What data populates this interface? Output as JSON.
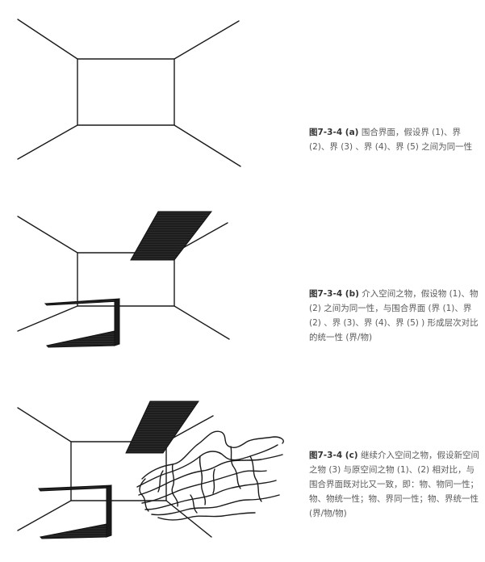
{
  "figures": [
    {
      "id": "图7-3-4 (a)",
      "text": " 围合界面，假设界 (1)、界 (2)、界 (3) 、界 (4)、界 (5) 之间为同一性"
    },
    {
      "id": "图7-3-4 (b)",
      "text": " 介入空间之物，假设物 (1)、物 (2) 之间为同一性，与围合界面 (界 (1)、界 (2) 、界 (3)、界 (4)、界 (5) ) 形成层次对比的统一性 (界/物)"
    },
    {
      "id": "图7-3-4 (c)",
      "text": " 继续介入空间之物，假设新空间之物 (3) 与原空间之物 (1)、(2) 相对比，与围合界面既对比又一致，即：物、物同一性；物、物统一性；物、界同一性；物、界统一性 (界/物/物)"
    }
  ]
}
